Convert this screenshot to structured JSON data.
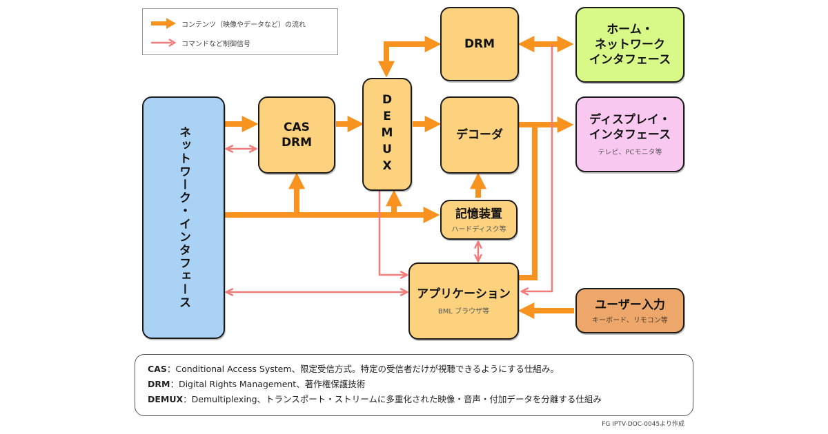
{
  "legend": {
    "items": [
      {
        "label": "コンテンツ（映像やデータなど）の流れ",
        "color": "#f7931e"
      },
      {
        "label": "コマンドなど制御信号",
        "color": "#f47a7a"
      }
    ]
  },
  "blocks": {
    "network_if": {
      "title": "ネットワーク・インタフェース"
    },
    "cas_drm": {
      "title": "CAS\nDRM"
    },
    "demux": {
      "title": "DEMUX"
    },
    "drm": {
      "title": "DRM"
    },
    "decoder": {
      "title": "デコーダ"
    },
    "storage": {
      "title": "記憶装置",
      "subtitle": "ハードディスク等"
    },
    "application": {
      "title": "アプリケーション",
      "subtitle": "BML ブラウザ等"
    },
    "home_network_if": {
      "title": "ホーム・\nネットワーク\nインタフェース"
    },
    "display_if": {
      "title": "ディスプレイ・\nインタフェース",
      "subtitle": "テレビ、PCモニタ等"
    },
    "user_input": {
      "title": "ユーザー入力",
      "subtitle": "キーボード、リモコン等"
    }
  },
  "notes": [
    {
      "term": "CAS",
      "text": "：Conditional Access System、限定受信方式。特定の受信者だけが視聴できるようにする仕組み。"
    },
    {
      "term": "DRM",
      "text": "：Digital Rights Management、著作権保護技術"
    },
    {
      "term": "DEMUX",
      "text": "：Demultiplexing、トランスポート・ストリームに多重化された映像・音声・付加データを分離する仕組み"
    }
  ],
  "source": "FG IPTV-DOC-0045より作成",
  "colors": {
    "content_flow": "#f7931e",
    "control_flow": "#f47a7a"
  }
}
